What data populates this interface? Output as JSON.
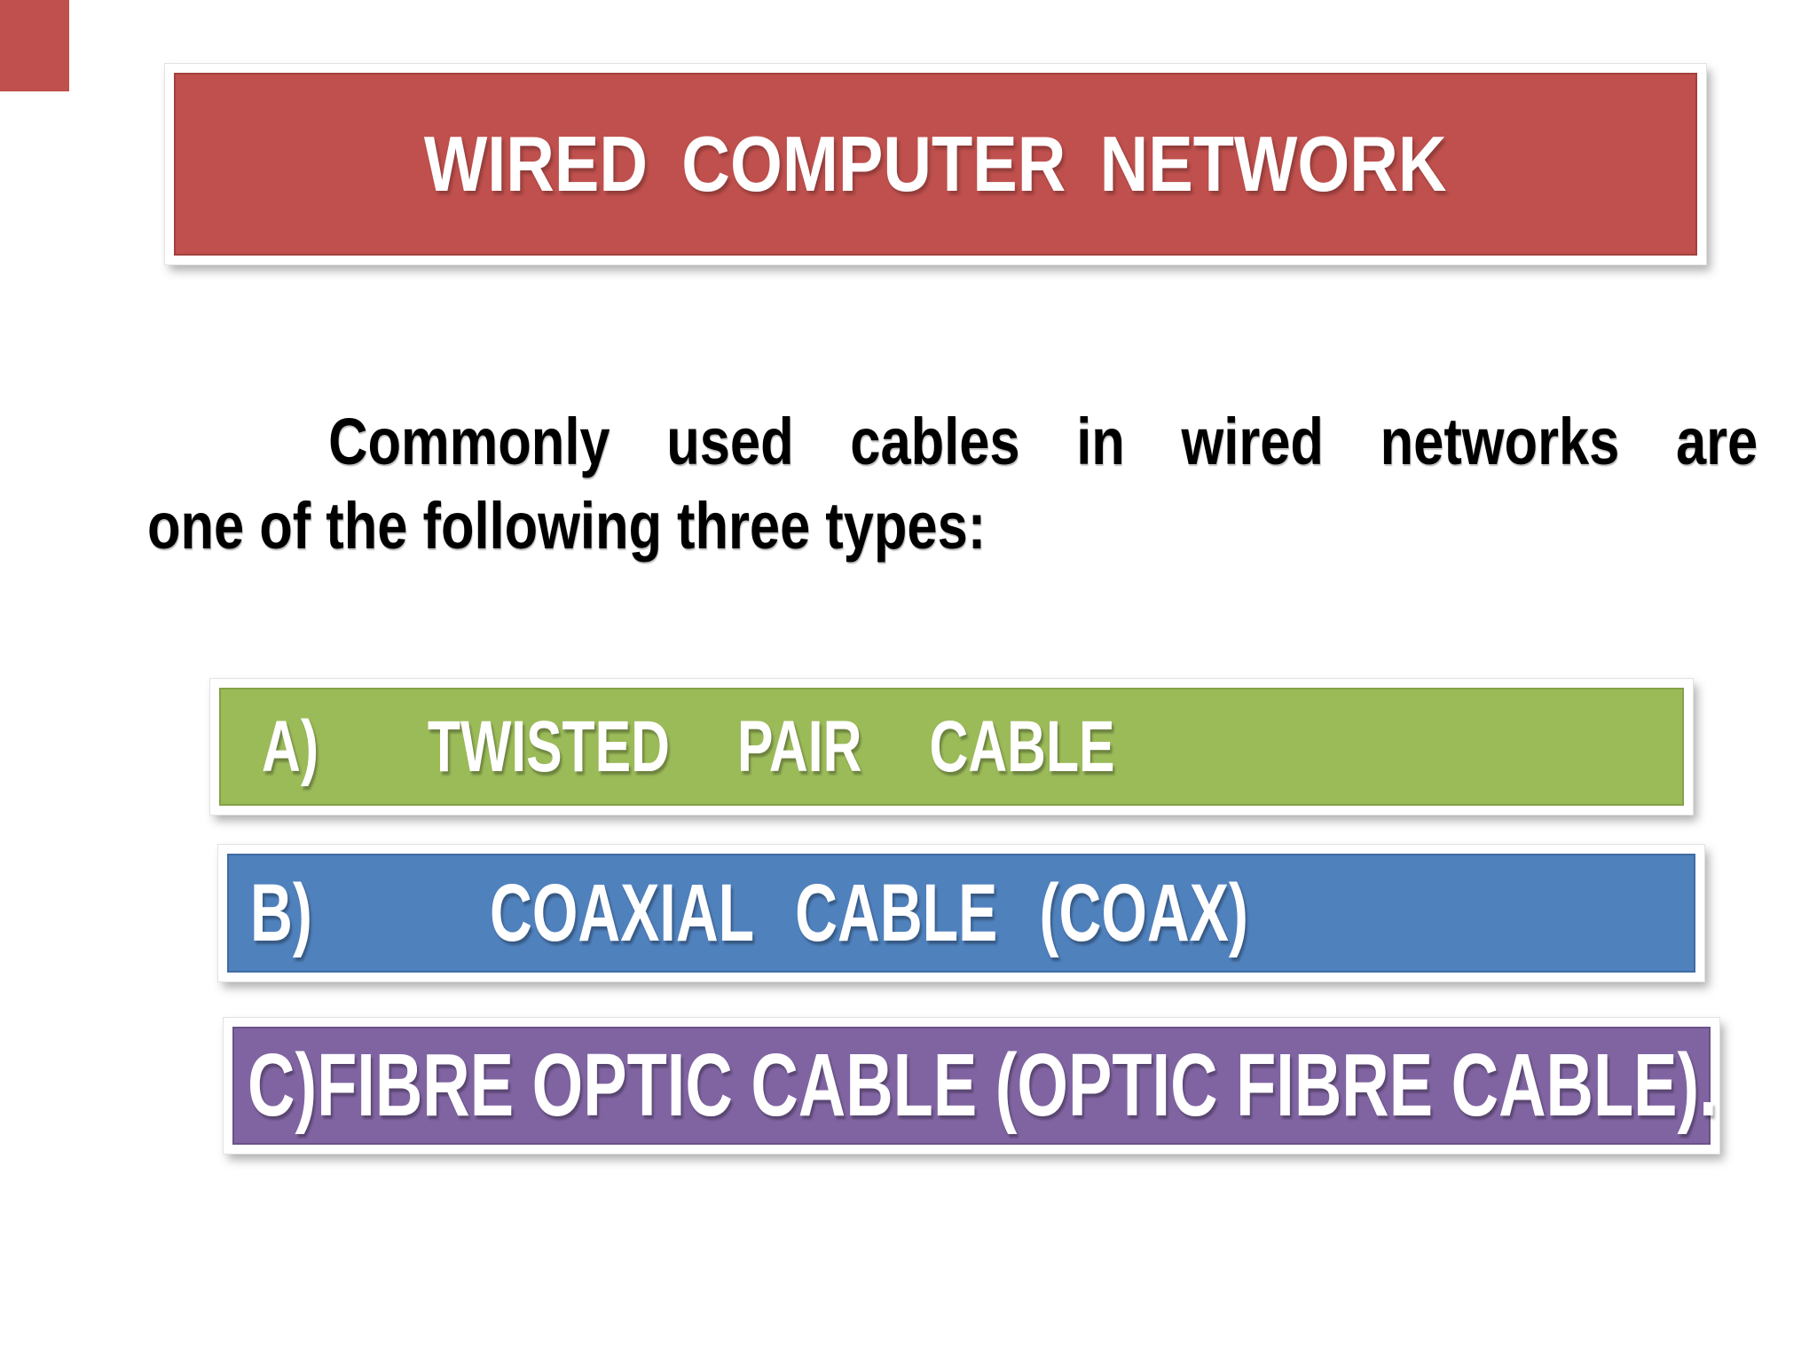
{
  "slide": {
    "background_color": "#ffffff",
    "corner_accent": {
      "color": "#c0504d"
    },
    "title": {
      "text": "WIRED COMPUTER NETWORK",
      "bg_color": "#c0504d",
      "text_color": "#ffffff"
    },
    "paragraph": {
      "line1": "Commonly used cables in wired networks are",
      "line2": "one of the following three types:",
      "full_text": "Commonly used cables in wired networks are one of the following three types:",
      "text_color": "#000000"
    },
    "items": [
      {
        "prefix": "A)",
        "label": "TWISTED PAIR CABLE",
        "bg_color": "#9bbb59",
        "text_color": "#ffffff"
      },
      {
        "prefix": "B)",
        "label": "COAXIAL CABLE (COAX)",
        "bg_color": "#4f81bd",
        "text_color": "#ffffff"
      },
      {
        "prefix": "C)",
        "label": "FIBRE OPTIC CABLE (OPTIC FIBRE CABLE).",
        "bg_color": "#8064a2",
        "text_color": "#ffffff"
      }
    ]
  }
}
